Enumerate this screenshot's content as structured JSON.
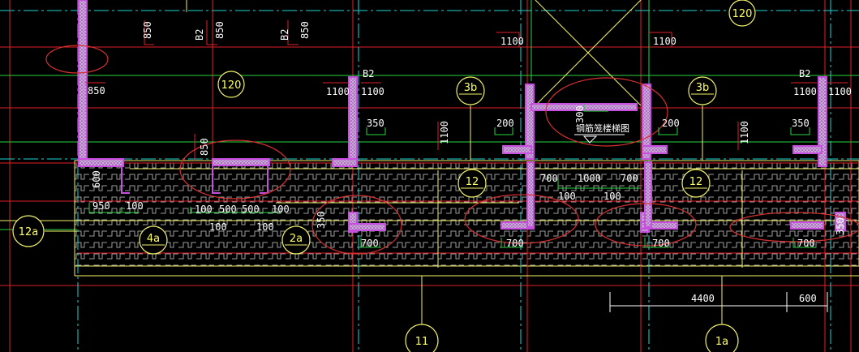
{
  "colors": {
    "background": "#000000",
    "grid_red": "#e0202a",
    "grid_cyan": "#1fd3d3",
    "wall_magenta": "#c84ee0",
    "green": "#27d640",
    "yellow": "#f2f26a",
    "white": "#ffffff",
    "hatch": "#a8a8a8",
    "cloud_red": "#d63030"
  },
  "dimension_labels": {
    "d850_a": "850",
    "b2_a": "B2",
    "d850_b": "850",
    "b2_b": "B2",
    "d850_c": "850",
    "d1100_top_a": "1100",
    "d1100_top_b": "1100",
    "d850_left": "850",
    "b2_mid": "B2",
    "d1100_mid_a": "1100",
    "d1100_mid_b": "1100",
    "d1100_mid_c": "1100",
    "d1100_mid_d": "1100",
    "b2_right": "B2",
    "d350_a": "350",
    "d200_a": "200",
    "d1100_v_a": "1100",
    "d300": "300",
    "d200_b": "200",
    "d1100_v_b": "1100",
    "d350_b": "350",
    "d850_rot": "850",
    "d600": "600",
    "d950": "950",
    "d100_a": "100",
    "d100_b": "100",
    "d500_a": "500",
    "d500_b": "500",
    "d100_c": "100",
    "d100_d": "100",
    "d100_e": "100",
    "d350_rot": "350",
    "d700_a": "700",
    "d700_b": "700",
    "d1000": "1000",
    "d700_c": "700",
    "d100_f": "100",
    "d100_g": "100",
    "d700_d": "700",
    "d700_e": "700",
    "d700_f": "700",
    "d350_right": "350",
    "d4400": "4400",
    "d600_b": "600"
  },
  "bubbles": {
    "b120_top": "120",
    "b120_left": "120",
    "b3b_left": "3b",
    "b3b_right": "3b",
    "b12_a": "12",
    "b12_b": "12",
    "b12a": "12a",
    "b4a": "4a",
    "b2a": "2a",
    "b11": "11",
    "b1a": "1a"
  },
  "note_text": "钢筋笼楼梯图"
}
